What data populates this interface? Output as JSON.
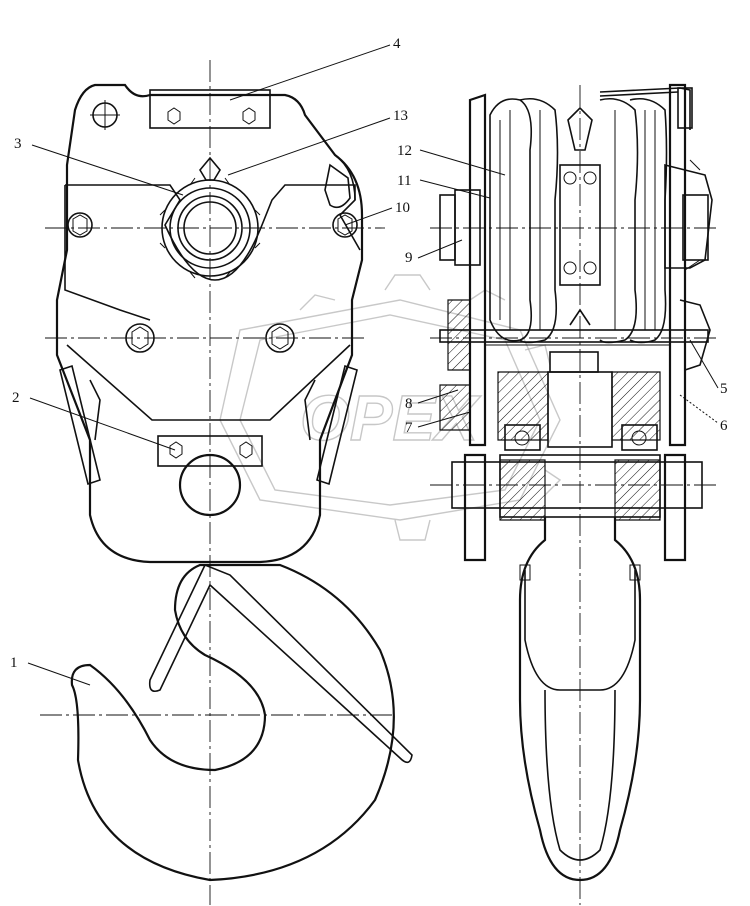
{
  "part_labels": {
    "p1": "1",
    "p2": "2",
    "p3": "3",
    "p4": "4",
    "p5": "5",
    "p6": "6",
    "p7": "7",
    "p8": "8",
    "p9": "9",
    "p10": "10",
    "p11": "11",
    "p12": "12",
    "p13": "13"
  },
  "watermark": "OPEX"
}
